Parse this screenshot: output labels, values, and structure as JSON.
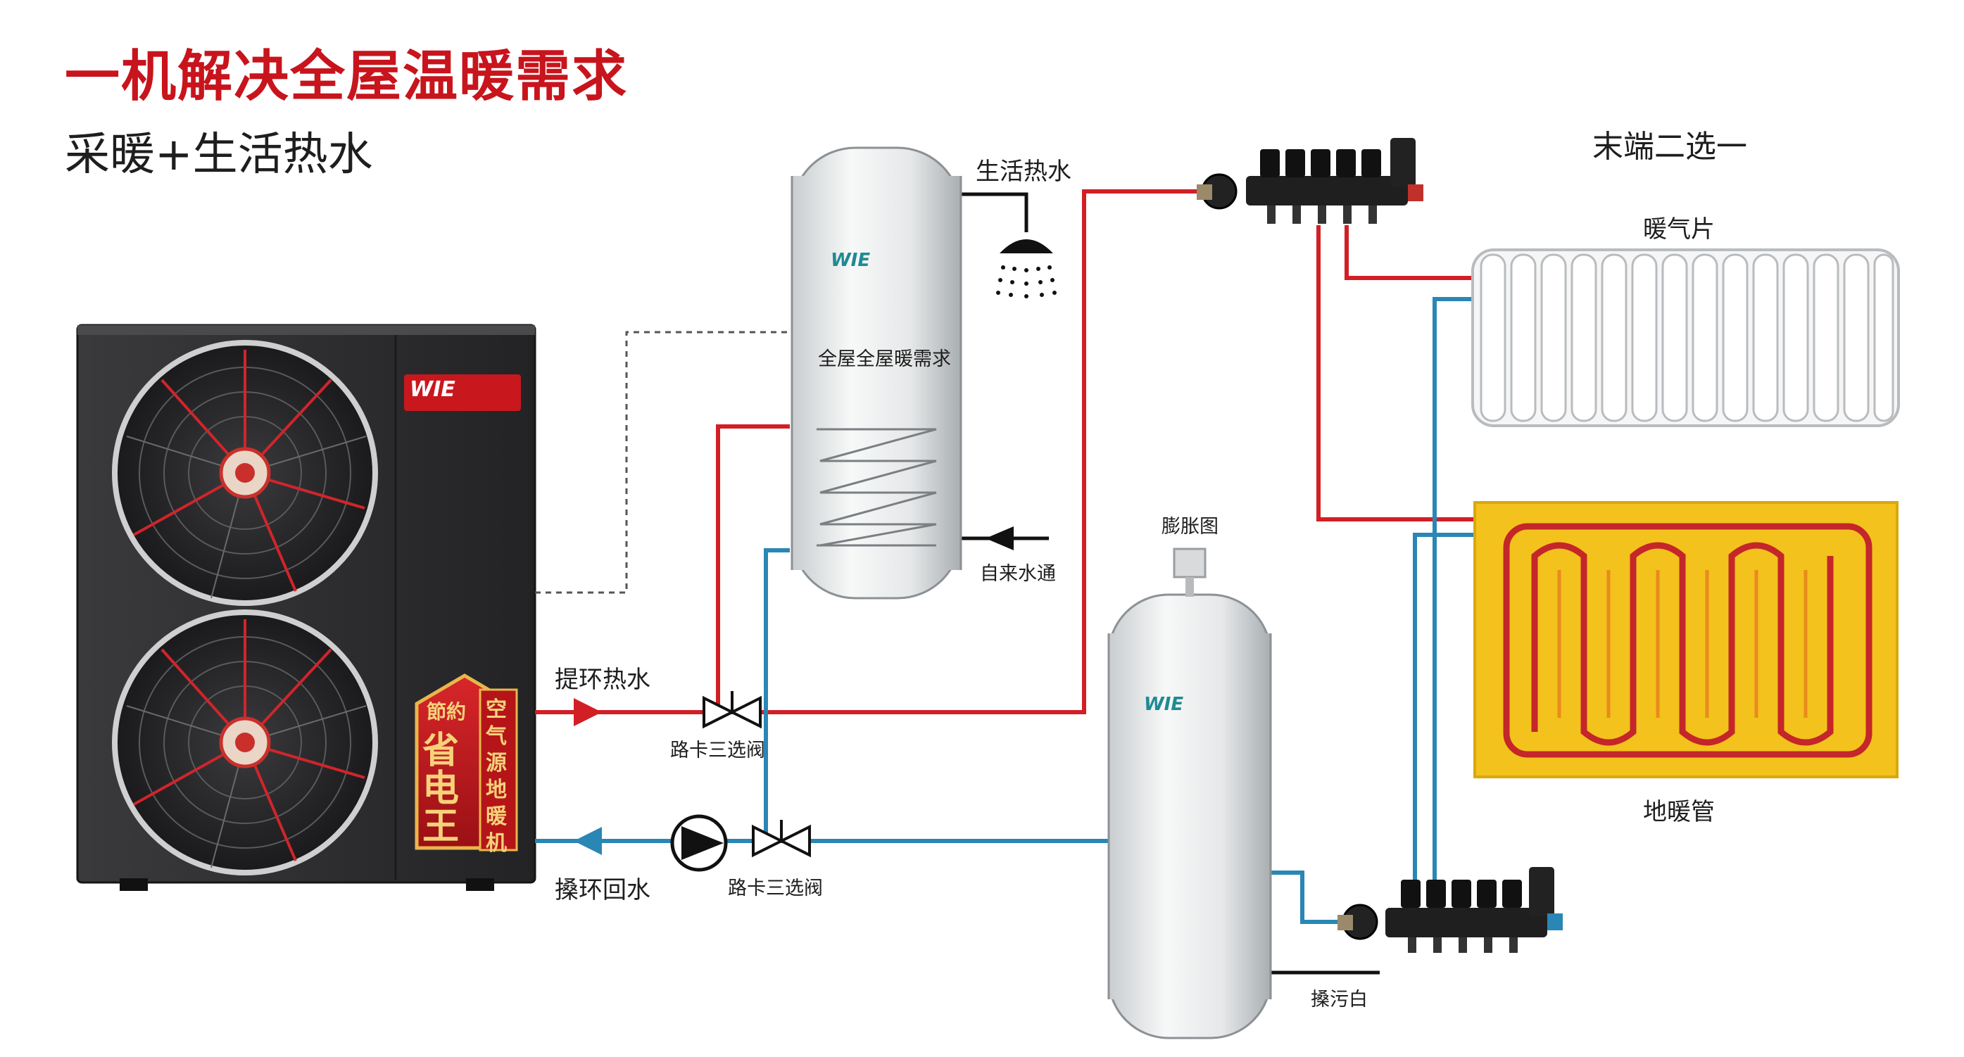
{
  "header": {
    "title": "一机解决全屋温暖需求",
    "subtitle": "采暖+生活热水"
  },
  "heat_pump": {
    "brand": "WIE",
    "badge_top": "節約",
    "badge_main": "省电王",
    "badge_side": "空气源地暖机"
  },
  "hot_water_tank": {
    "brand": "WIE",
    "label": "全屋全屋暖需求"
  },
  "buffer_tank": {
    "brand": "WIE"
  },
  "labels": {
    "domestic_hot_water": "生活热水",
    "tap_water_in": "自来水通",
    "supply_water": "提环热水",
    "return_water": "搡环回水",
    "valve_top": "路卡三选阀",
    "valve_bottom": "路卡三选阀",
    "expansion": "膨胀图",
    "drain": "搡污白",
    "terminal_choice": "末端二选一",
    "radiator": "暖气片",
    "floor_heating": "地暖管"
  },
  "colors": {
    "hot_pipe": "#d21f26",
    "cold_pipe": "#2a86b4",
    "title_red": "#c8141c",
    "floor_panel": "#f3c21c",
    "heat_pump_body": "#2b2b2d"
  }
}
